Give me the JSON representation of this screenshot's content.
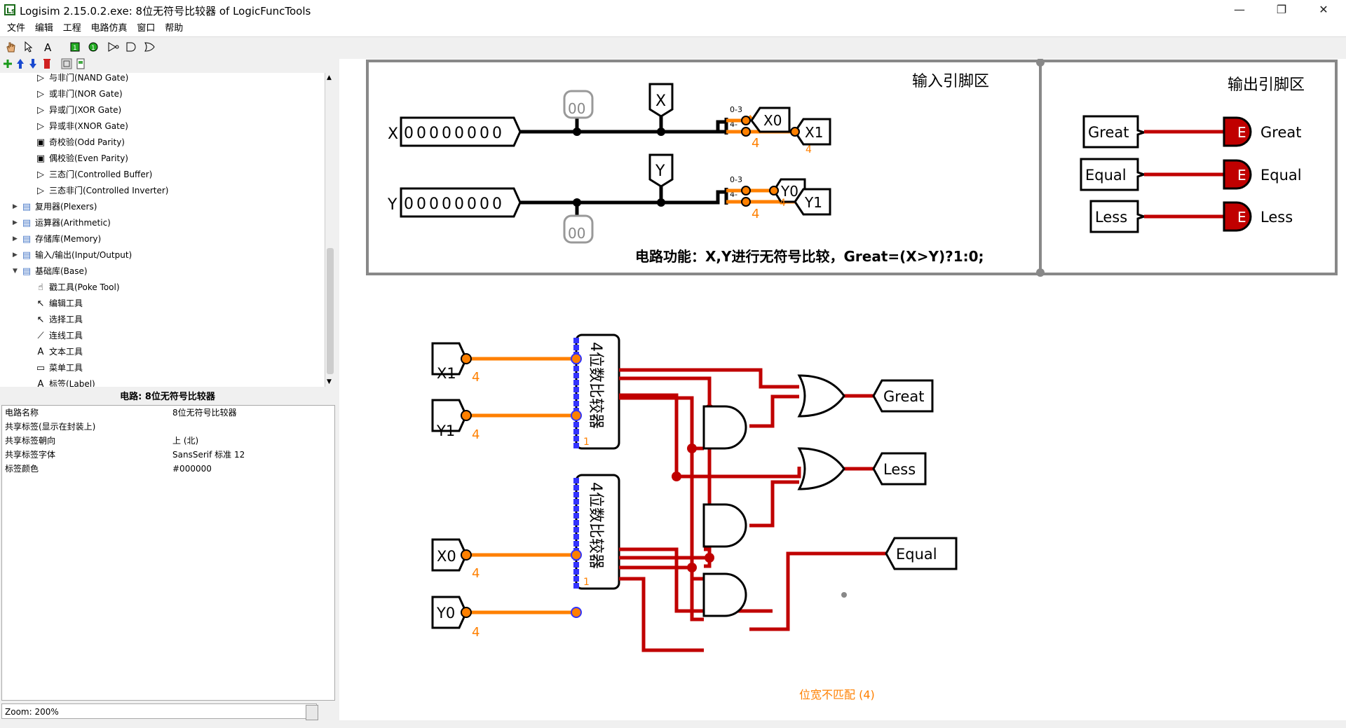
{
  "window": {
    "title": "Logisim 2.15.0.2.exe: 8位无符号比较器 of LogicFuncTools",
    "minimize": "—",
    "maximize": "❐",
    "close": "✕"
  },
  "menu": [
    "文件",
    "编辑",
    "工程",
    "电路仿真",
    "窗口",
    "帮助"
  ],
  "tree": [
    {
      "label": "与非门(NAND Gate)",
      "icon": "nand-gate-icon",
      "glyph": "▷",
      "indent": 2
    },
    {
      "label": "或非门(NOR Gate)",
      "icon": "nor-gate-icon",
      "glyph": "▷",
      "indent": 2
    },
    {
      "label": "异或门(XOR Gate)",
      "icon": "xor-gate-icon",
      "glyph": "▷",
      "indent": 2
    },
    {
      "label": "异或非(XNOR Gate)",
      "icon": "xnor-gate-icon",
      "glyph": "▷",
      "indent": 2
    },
    {
      "label": "奇校验(Odd Parity)",
      "icon": "odd-parity-icon",
      "glyph": "▣",
      "indent": 2
    },
    {
      "label": "偶校验(Even Parity)",
      "icon": "even-parity-icon",
      "glyph": "▣",
      "indent": 2
    },
    {
      "label": "三态门(Controlled Buffer)",
      "icon": "controlled-buffer-icon",
      "glyph": "▷",
      "indent": 2
    },
    {
      "label": "三态非门(Controlled Inverter)",
      "icon": "controlled-inverter-icon",
      "glyph": "▷",
      "indent": 2
    },
    {
      "label": "复用器(Plexers)",
      "icon": "folder-icon",
      "glyph": "▤",
      "indent": 1,
      "arrow": "▶"
    },
    {
      "label": "运算器(Arithmetic)",
      "icon": "folder-icon",
      "glyph": "▤",
      "indent": 1,
      "arrow": "▶"
    },
    {
      "label": "存储库(Memory)",
      "icon": "folder-icon",
      "glyph": "▤",
      "indent": 1,
      "arrow": "▶"
    },
    {
      "label": "输入/输出(Input/Output)",
      "icon": "folder-icon",
      "glyph": "▤",
      "indent": 1,
      "arrow": "▶"
    },
    {
      "label": "基础库(Base)",
      "icon": "folder-open-icon",
      "glyph": "▤",
      "indent": 1,
      "arrow": "▼"
    },
    {
      "label": "戳工具(Poke Tool)",
      "icon": "poke-tool-icon",
      "glyph": "☝",
      "indent": 2
    },
    {
      "label": "编辑工具",
      "icon": "edit-tool-icon",
      "glyph": "↖",
      "indent": 2
    },
    {
      "label": "选择工具",
      "icon": "select-tool-icon",
      "glyph": "↖",
      "indent": 2
    },
    {
      "label": "连线工具",
      "icon": "wiring-tool-icon",
      "glyph": "⟋",
      "indent": 2
    },
    {
      "label": "文本工具",
      "icon": "text-tool-icon",
      "glyph": "A",
      "indent": 2
    },
    {
      "label": "菜单工具",
      "icon": "menu-tool-icon",
      "glyph": "▭",
      "indent": 2
    },
    {
      "label": "标签(Label)",
      "icon": "label-icon",
      "glyph": "A",
      "indent": 2
    }
  ],
  "props": {
    "title": "电路: 8位无符号比较器",
    "rows": [
      {
        "k": "电路名称",
        "v": "8位无符号比较器"
      },
      {
        "k": "共享标签(显示在封装上)",
        "v": ""
      },
      {
        "k": "共享标签朝向",
        "v": "上 (北)"
      },
      {
        "k": "共享标签字体",
        "v": "SansSerif 标准 12"
      },
      {
        "k": "标签颜色",
        "v": "#000000"
      }
    ]
  },
  "zoom": "Zoom: 200%",
  "circuit": {
    "input_area_label": "输入引脚区",
    "output_area_label": "输出引脚区",
    "function_text": "电路功能：X,Y进行无符号比较，Great=(X>Y)?1:0;",
    "x_label": "X",
    "y_label": "Y",
    "x_value": "00000000",
    "y_value": "00000000",
    "tunnel_x": "X",
    "tunnel_y": "Y",
    "probe_top": "00",
    "probe_bottom": "00",
    "split_range": "0-3",
    "split_range2": "4-",
    "x0": "X0",
    "x1": "X1",
    "y0": "Y0",
    "y1": "Y1",
    "width4": "4",
    "out_great": "Great",
    "out_equal": "Equal",
    "out_less": "Less",
    "out_pin_letter": "E",
    "comparator_label": "4位数比较器",
    "mismatch": "位宽不匹配 (4)",
    "pin_one": "1"
  },
  "colors": {
    "wire_true": "#c00000",
    "bus": "#ff8000",
    "wire_black": "#000000",
    "highlight_blue": "#3333ff"
  }
}
